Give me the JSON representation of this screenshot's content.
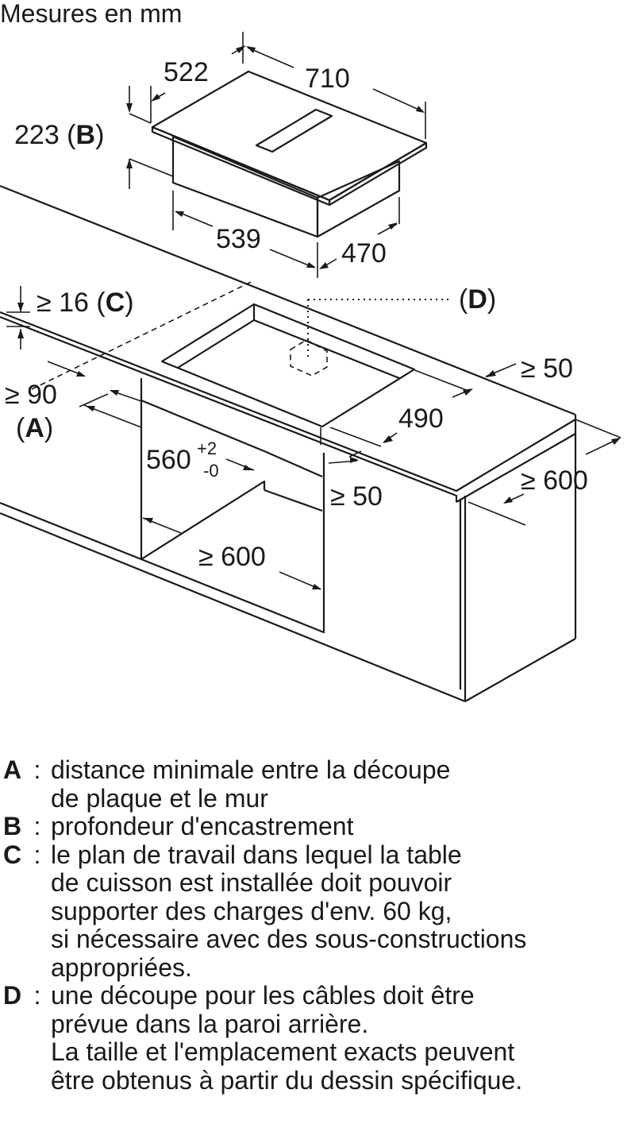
{
  "units_caption": "Mesures en mm",
  "dimensions": {
    "hob_depth": "522",
    "hob_width": "710",
    "installation_depth": "223",
    "installation_depth_ref": "B",
    "body_width": "539",
    "body_depth": "470",
    "min_worktop": "≥ 16",
    "min_worktop_ref": "C",
    "cable_ref": "D",
    "wall_distance": "≥ 90",
    "wall_distance_ref": "A",
    "front_clearance": "≥ 50",
    "cutout_depth": "490",
    "cutout_width": "560",
    "cutout_tol_plus": "+2",
    "cutout_tol_minus": "-0",
    "side_clearance": "≥ 50",
    "cabinet_depth": "≥ 600",
    "cabinet_width": "≥ 600"
  },
  "legend": [
    {
      "key": "A",
      "lines": [
        "distance minimale entre la découpe",
        "de plaque et le mur"
      ]
    },
    {
      "key": "B",
      "lines": [
        "profondeur d'encastrement"
      ]
    },
    {
      "key": "C",
      "lines": [
        "le plan de travail dans lequel la table",
        "de cuisson est installée doit pouvoir",
        "supporter des charges d'env. 60 kg,",
        "si nécessaire avec des sous-constructions",
        "appropriées."
      ]
    },
    {
      "key": "D",
      "lines": [
        "une découpe pour les câbles doit être",
        "prévue dans la paroi arrière.",
        "La taille et l'emplacement exacts peuvent",
        "être obtenus à partir du dessin spécifique."
      ]
    }
  ],
  "legend_separator": ":"
}
